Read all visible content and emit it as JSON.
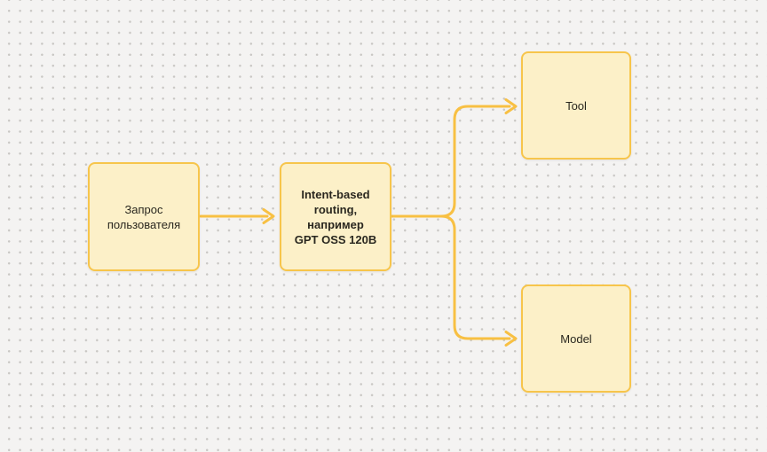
{
  "canvas": {
    "background_color": "#f4f3f2",
    "dot_color": "#c9c7c4"
  },
  "colors": {
    "node_fill": "#fcf0c8",
    "node_border": "#f7c54b",
    "arrow": "#f8c043",
    "text": "#29271f"
  },
  "nodes": [
    {
      "id": "user-request",
      "label": "Запрос\nпользователя",
      "bold": false
    },
    {
      "id": "router",
      "label": "Intent-based\nrouting, например\nGPT OSS 120B",
      "bold": true
    },
    {
      "id": "tool",
      "label": "Tool",
      "bold": false
    },
    {
      "id": "model",
      "label": "Model",
      "bold": false
    }
  ],
  "edges": [
    {
      "from": "user-request",
      "to": "router"
    },
    {
      "from": "router",
      "to": "tool"
    },
    {
      "from": "router",
      "to": "model"
    }
  ]
}
